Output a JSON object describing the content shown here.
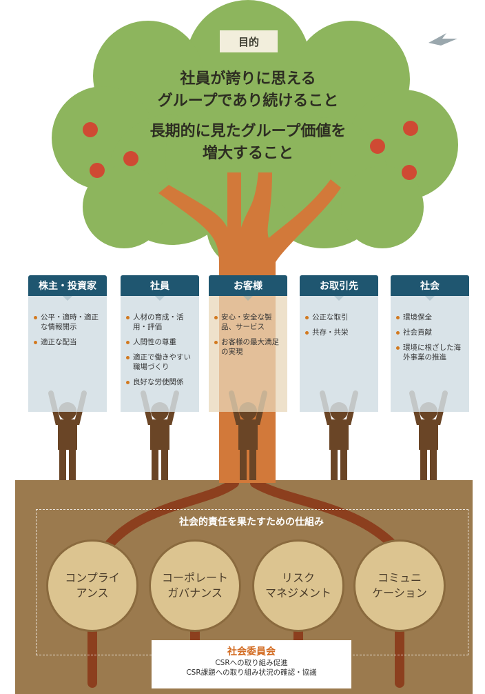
{
  "purpose": {
    "tag": "目的",
    "line1": "社員が誇りに思える",
    "line2": "グループであり続けること",
    "line3": "長期的に見たグループ価値を",
    "line4": "増大すること"
  },
  "stakeholders": [
    {
      "title": "株主・投資家",
      "items": [
        "公平・適時・適正な情報開示",
        "適正な配当"
      ]
    },
    {
      "title": "社員",
      "items": [
        "人材の育成・活用・評価",
        "人間性の尊重",
        "適正で働きやすい職場づくり",
        "良好な労使関係"
      ]
    },
    {
      "title": "お客様",
      "items": [
        "安心・安全な製品、サービス",
        "お客様の最大満足の実現"
      ]
    },
    {
      "title": "お取引先",
      "items": [
        "公正な取引",
        "共存・共栄"
      ]
    },
    {
      "title": "社会",
      "items": [
        "環境保全",
        "社会貢献",
        "環境に根ざした海外事業の推進"
      ]
    }
  ],
  "framework": {
    "title": "社会的責任を果たすための仕組み",
    "pillars": [
      "コンプライ\nアンス",
      "コーポレート\nガバナンス",
      "リスク\nマネジメント",
      "コミュニ\nケーション"
    ]
  },
  "committee": {
    "title": "社会委員会",
    "line1": "CSRへの取り組み促進",
    "line2": "CSR課題への取り組み状況の確認・協議"
  },
  "colors": {
    "foliage": "#8db55d",
    "trunk": "#d2793a",
    "soil": "#9b7a4e",
    "header": "#1f5670",
    "figure": "#6a4526",
    "apple": "#cf4a33"
  }
}
